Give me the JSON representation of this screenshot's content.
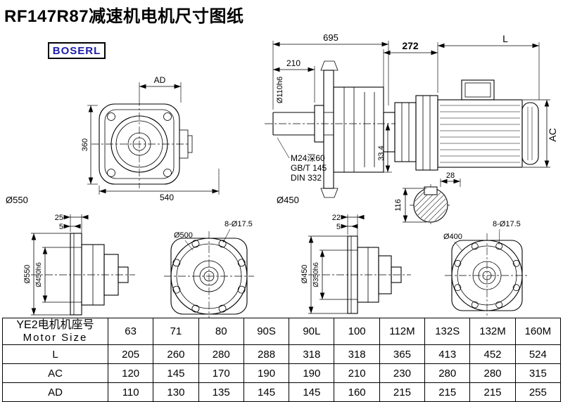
{
  "title": "RF147R87减速机电机尺寸图纸",
  "brand": "BOSERL",
  "views": {
    "front": {
      "ad": "AD",
      "h360": "360",
      "w540": "540",
      "d550": "Ø550"
    },
    "side": {
      "len695": "695",
      "len210": "210",
      "shaft_dia": "Ø110h6",
      "thread": "M24深60",
      "gb": "GB/T 145",
      "din": "DIN 332",
      "key": "33.4",
      "flange_dia": "Ø450"
    },
    "motor": {
      "len272": "272",
      "len_l": "L",
      "ac": "AC",
      "dim28": "28",
      "dim116": "116"
    },
    "flange_a": {
      "t25": "25",
      "t5": "5",
      "outer": "Ø550",
      "spigot": "Ø450h6"
    },
    "flange_a_face": {
      "holes": "8-Ø17.5",
      "dia": "Ø500"
    },
    "flange_b": {
      "t22": "22",
      "t5": "5",
      "outer": "Ø450",
      "spigot": "Ø350h6"
    },
    "flange_b_face": {
      "holes": "8-Ø17.5",
      "dia": "Ø400"
    }
  },
  "table": {
    "header_cn": "YE2电机机座号",
    "header_en": "Motor Size",
    "sizes": [
      "63",
      "71",
      "80",
      "90S",
      "90L",
      "100",
      "112M",
      "132S",
      "132M",
      "160M"
    ],
    "rows": [
      {
        "label": "L",
        "values": [
          "205",
          "260",
          "280",
          "288",
          "318",
          "318",
          "365",
          "413",
          "452",
          "524"
        ]
      },
      {
        "label": "AC",
        "values": [
          "120",
          "145",
          "170",
          "190",
          "190",
          "210",
          "230",
          "280",
          "280",
          "315"
        ]
      },
      {
        "label": "AD",
        "values": [
          "110",
          "130",
          "135",
          "145",
          "145",
          "160",
          "215",
          "215",
          "215",
          "255"
        ]
      }
    ]
  }
}
